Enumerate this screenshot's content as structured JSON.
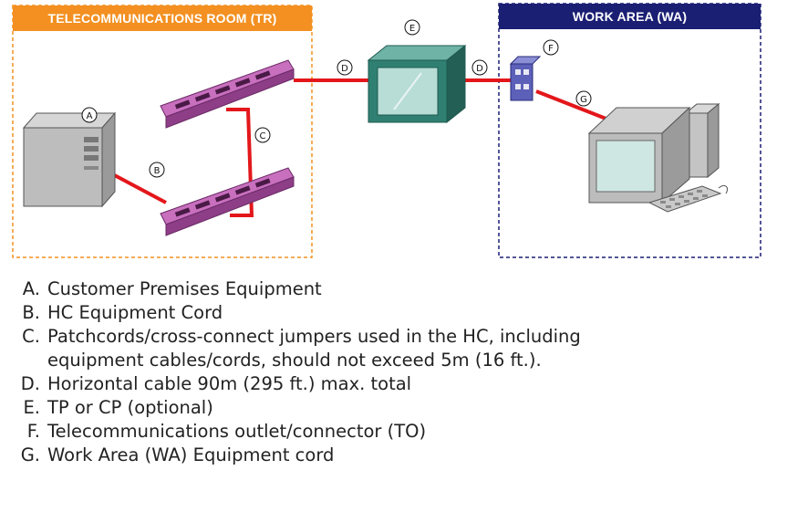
{
  "regions": {
    "tr_title": "TELECOMMUNICATIONS ROOM (TR)",
    "wa_title": "WORK AREA (WA)"
  },
  "badges": {
    "a": "A",
    "b": "B",
    "c": "C",
    "d1": "D",
    "d2": "D",
    "e": "E",
    "f": "F",
    "g": "G"
  },
  "legend": [
    {
      "letter": "A.",
      "lines": [
        "Customer Premises Equipment"
      ]
    },
    {
      "letter": "B.",
      "lines": [
        "HC Equipment Cord"
      ]
    },
    {
      "letter": "C.",
      "lines": [
        "Patchcords/cross-connect jumpers used in the HC, including",
        "equipment cables/cords, should not exceed 5m (16 ft.)."
      ]
    },
    {
      "letter": "D.",
      "lines": [
        "Horizontal cable 90m (295 ft.) max. total"
      ]
    },
    {
      "letter": "E.",
      "lines": [
        "TP or CP (optional)"
      ]
    },
    {
      "letter": "F.",
      "lines": [
        "Telecommunications outlet/connector (TO)"
      ]
    },
    {
      "letter": "G.",
      "lines": [
        "Work Area (WA) Equipment cord"
      ]
    }
  ],
  "colors": {
    "tr_accent": "#f39021",
    "wa_accent": "#1b1f73",
    "cable": "#e3171b",
    "patch_panel": "#b055a8",
    "tp_box": "#2f8072"
  },
  "icons": {
    "a": "server-tower-icon",
    "panel": "patch-panel-icon",
    "e": "consolidation-point-box-icon",
    "f": "wall-outlet-icon",
    "g": "desktop-computer-icon"
  }
}
